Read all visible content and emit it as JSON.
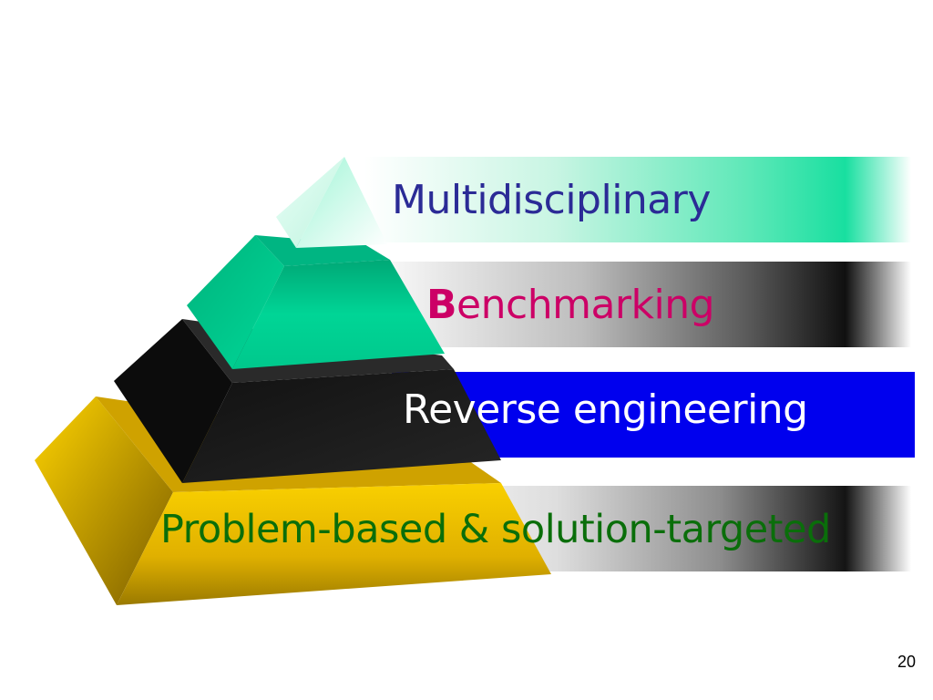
{
  "slide": {
    "levels": [
      {
        "text": "Multidisciplinary"
      },
      {
        "initial": "B",
        "rest": "enchmarking"
      },
      {
        "text": "Reverse engineering"
      },
      {
        "text": "Problem-based & solution-targeted"
      }
    ],
    "page_number": "20"
  },
  "colors": {
    "top_tier": "#18dfa0",
    "second_tier": "#00c890",
    "third_tier": "#1a1a1a",
    "base_tier": "#f5c400",
    "blue_band": "#0000ee",
    "text_multidisciplinary": "#2b2b96",
    "text_benchmarking": "#cc0066",
    "text_reverse": "#ffffff",
    "text_problem": "#0a6e0a"
  }
}
